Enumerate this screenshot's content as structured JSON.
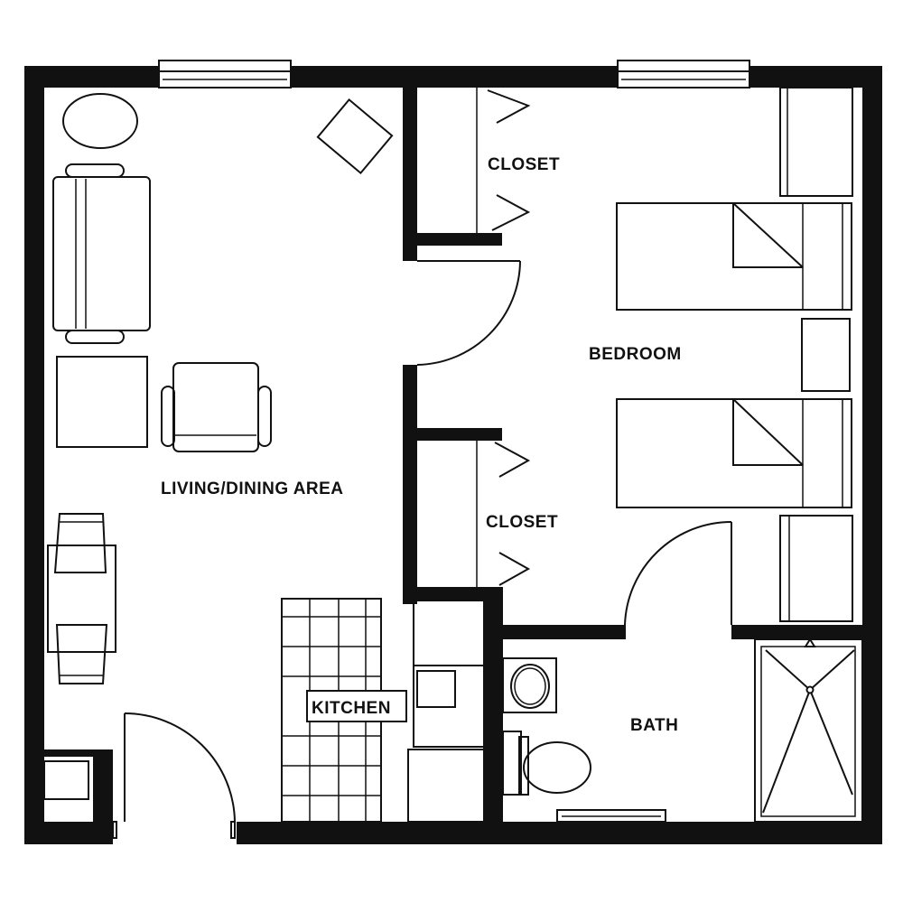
{
  "diagram": {
    "type": "floor-plan",
    "colors": {
      "wall": "#111111",
      "background": "#ffffff",
      "line": "#111111"
    },
    "rooms": [
      {
        "id": "living",
        "label": "LIVING/DINING AREA"
      },
      {
        "id": "bedroom",
        "label": "BEDROOM"
      },
      {
        "id": "closet-top",
        "label": "CLOSET"
      },
      {
        "id": "closet-bottom",
        "label": "CLOSET"
      },
      {
        "id": "kitchen",
        "label": "KITCHEN"
      },
      {
        "id": "bath",
        "label": "BATH"
      }
    ],
    "fixtures": {
      "living": [
        "round-table",
        "sofa",
        "end-table",
        "armchair",
        "tv-stand",
        "dining-table",
        "dining-chairs",
        "corner-cabinet"
      ],
      "bedroom": [
        "twin-bed",
        "twin-bed",
        "nightstand",
        "dresser",
        "dresser"
      ],
      "kitchen": [
        "refrigerator",
        "sink",
        "stove",
        "tile-floor"
      ],
      "bath": [
        "sink",
        "toilet",
        "shower",
        "vanity-mirror"
      ]
    },
    "windows": 2,
    "doors": [
      "entry-door",
      "bedroom-door",
      "bath-door",
      "closet-bifold-top",
      "closet-bifold-bottom"
    ]
  }
}
